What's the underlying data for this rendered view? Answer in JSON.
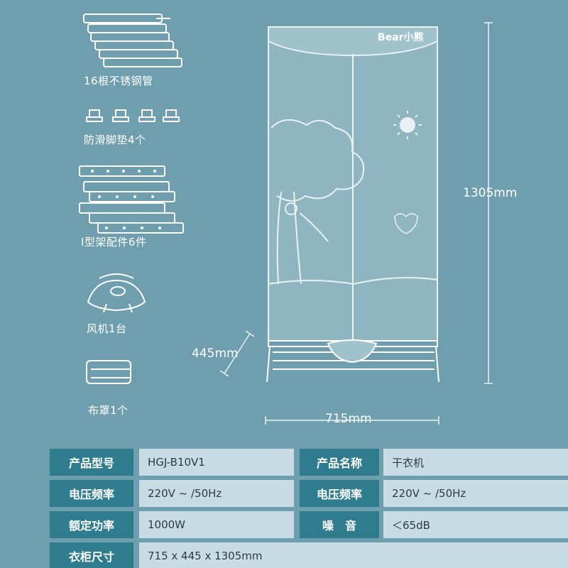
{
  "accessories": [
    {
      "icon": "steel-pipe-icon",
      "label": "16根不锈钢管"
    },
    {
      "icon": "foot-pad-icon",
      "label": "防滑脚垫4个"
    },
    {
      "icon": "rack-part-icon",
      "label": "I型架配件6件"
    },
    {
      "icon": "fan-icon",
      "label": "风机1台"
    },
    {
      "icon": "cloth-cover-icon",
      "label": "布罩1个"
    }
  ],
  "product": {
    "brand": "Bear小熊",
    "height": "1305mm",
    "width": "715mm",
    "depth": "445mm"
  },
  "specs": {
    "model_key": "产品型号",
    "model_val": "HGJ-B10V1",
    "name_key": "产品名称",
    "name_val": "干衣机",
    "voltage_key": "电压频率",
    "voltage_val": "220V ~ /50Hz",
    "voltage2_key": "电压频率",
    "voltage2_val": "220V ~ /50Hz",
    "power_key": "额定功率",
    "power_val": "1000W",
    "noise_key": "噪　音",
    "noise_val": "＜65dB",
    "size_key": "衣柜尺寸",
    "size_val": "715 x 445 x 1305mm"
  },
  "colors": {
    "background": "#6f9fae",
    "key_cell": "#2f7c8e",
    "value_cell": "#c8dde3",
    "cabinet": "#8fb6c0"
  }
}
